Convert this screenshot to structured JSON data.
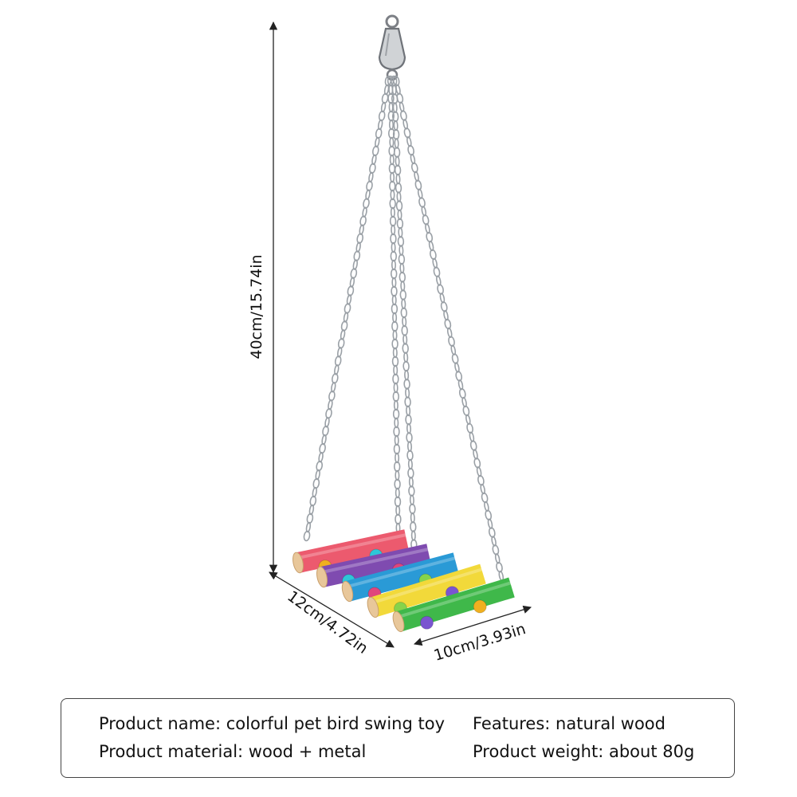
{
  "dimensions": {
    "height": "40cm/15.74in",
    "depth": "12cm/4.72in",
    "width": "10cm/3.93in"
  },
  "product_info": {
    "name": "Product name: colorful pet bird swing toy",
    "material": "Product material: wood + metal",
    "features": "Features: natural wood",
    "weight": "Product weight: about 80g"
  },
  "colors": {
    "perches": [
      "#ec5a6e",
      "#7f4bb0",
      "#2a9ad6",
      "#f2d93a",
      "#3fb84a"
    ],
    "beads": [
      "#f0b020",
      "#2dc7d8",
      "#e0457c",
      "#86d34b",
      "#7a55d0"
    ],
    "chain": "#9aa0a6"
  }
}
